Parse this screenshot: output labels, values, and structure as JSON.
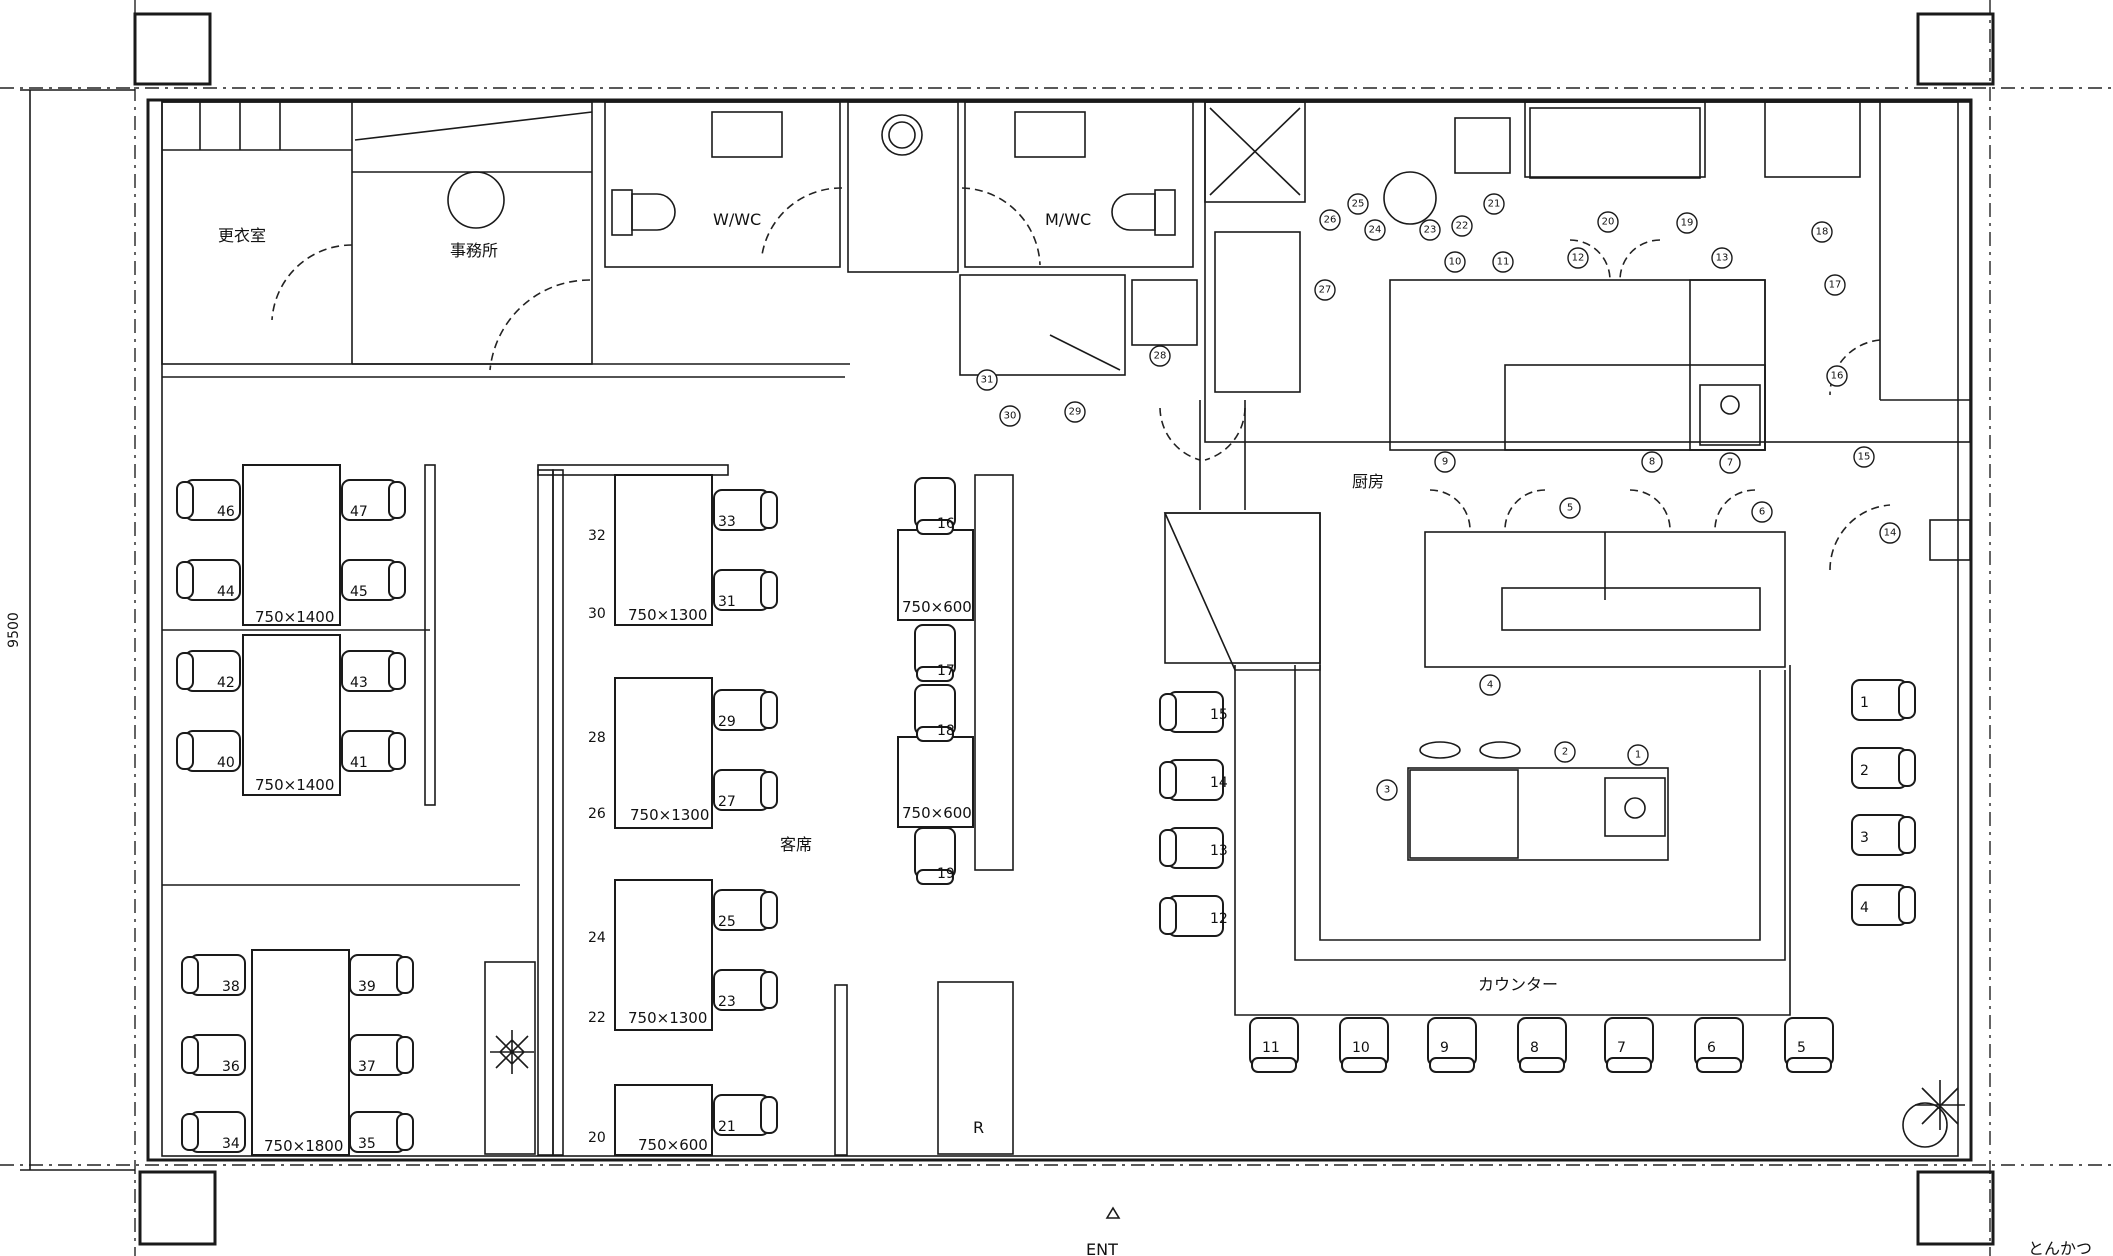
{
  "rooms": {
    "changing": "更衣室",
    "office": "事務所",
    "wc_w": "W/WC",
    "wc_m": "M/WC",
    "kitchen": "厨房",
    "dining": "客席",
    "counter": "カウンター",
    "entrance": "ENT",
    "refrigerator_mark": "R"
  },
  "dimension": {
    "height": "9500"
  },
  "footer_fragment": "とんかつ",
  "tables": [
    "750×1400",
    "750×1400",
    "750×1800",
    "750×1300",
    "750×1300",
    "750×1300",
    "750×600",
    "750×600",
    "750×600"
  ],
  "seats": {
    "booth_left": [
      "46",
      "47",
      "44",
      "45",
      "42",
      "43",
      "40",
      "41",
      "38",
      "39",
      "36",
      "37",
      "34",
      "35"
    ],
    "bench_left": [
      "32",
      "30",
      "28",
      "26",
      "24",
      "22",
      "20"
    ],
    "bench_right": [
      "33",
      "31",
      "29",
      "27",
      "25",
      "23",
      "21"
    ],
    "center": [
      "16",
      "17",
      "18",
      "19"
    ],
    "counter_left": [
      "15",
      "14",
      "13",
      "12"
    ],
    "counter_right": [
      "1",
      "2",
      "3",
      "4"
    ],
    "counter_bottom": [
      "11",
      "10",
      "9",
      "8",
      "7",
      "6",
      "5"
    ]
  },
  "equipment_tags": [
    "1",
    "2",
    "3",
    "4",
    "5",
    "6",
    "7",
    "8",
    "9",
    "10",
    "11",
    "12",
    "13",
    "14",
    "15",
    "16",
    "17",
    "18",
    "19",
    "20",
    "21",
    "22",
    "23",
    "24",
    "25",
    "26",
    "27",
    "28",
    "29",
    "30",
    "31"
  ]
}
